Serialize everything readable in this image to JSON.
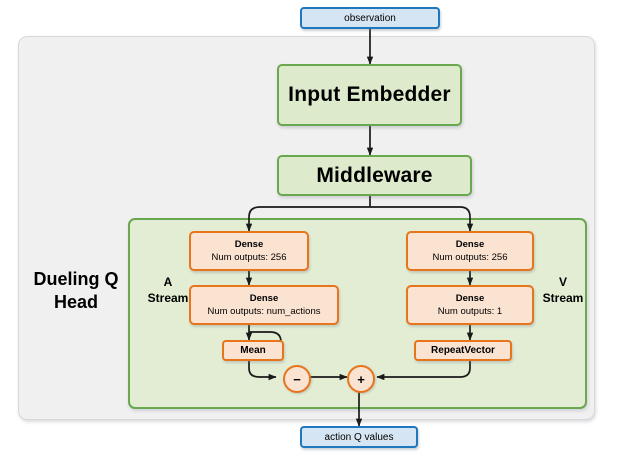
{
  "diagram": {
    "title_label": "Dueling Q Head",
    "input_node": {
      "label": "observation"
    },
    "output_node": {
      "label": "action Q values"
    },
    "stages": [
      {
        "id": "input-embedder",
        "label": "Input Embedder"
      },
      {
        "id": "middleware",
        "label": "Middleware"
      }
    ],
    "streams": [
      {
        "id": "a-stream",
        "label": "A\nStream"
      },
      {
        "id": "v-stream",
        "label": "V\nStream"
      }
    ],
    "a_stream_layers": [
      {
        "title": "Dense",
        "subtitle": "Num outputs: 256"
      },
      {
        "title": "Dense",
        "subtitle": "Num outputs: num_actions"
      }
    ],
    "v_stream_layers": [
      {
        "title": "Dense",
        "subtitle": "Num outputs: 256"
      },
      {
        "title": "Dense",
        "subtitle": "Num outputs: 1"
      }
    ],
    "a_stream_op": {
      "label": "Mean"
    },
    "v_stream_op": {
      "label": "RepeatVector"
    },
    "operators": [
      {
        "id": "subtract",
        "symbol": "−"
      },
      {
        "id": "add",
        "symbol": "+"
      }
    ],
    "colors": {
      "io_fill": "#d6e5f3",
      "io_border": "#1f77bd",
      "stage_fill": "#ddebcc",
      "stage_border": "#6aa84f",
      "layer_fill": "#fbe3d2",
      "layer_border": "#e8741c",
      "panel_fill": "#f0f0f0",
      "panel_border": "#d8d8d8",
      "head_fill": "#e2edd4",
      "head_border": "#6aa84f",
      "wire": "#1a1a1a"
    }
  }
}
